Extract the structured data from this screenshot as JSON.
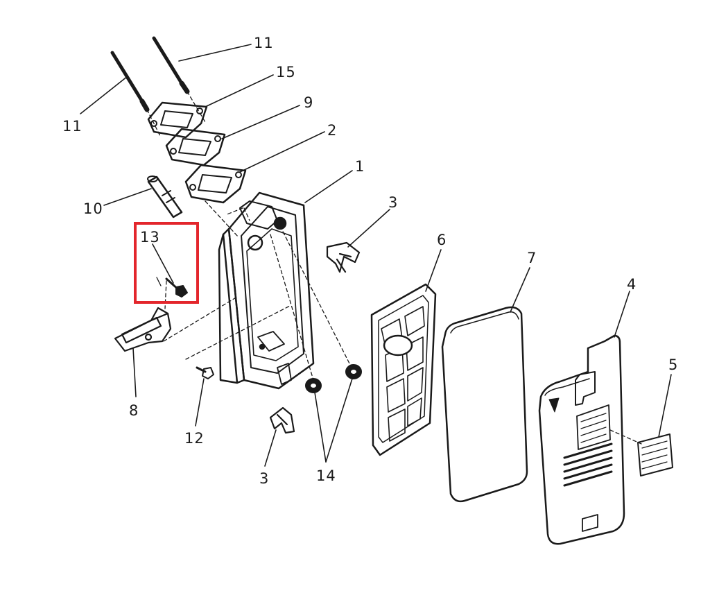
{
  "labels": {
    "l11a": "11",
    "l11b": "11",
    "l15": "15",
    "l9": "9",
    "l2": "2",
    "l1": "1",
    "l10": "10",
    "l13": "13",
    "l3a": "3",
    "l6": "6",
    "l7": "7",
    "l4": "4",
    "l5": "5",
    "l8": "8",
    "l12": "12",
    "l3b": "3",
    "l14": "14"
  },
  "highlight_color": "#e3262c",
  "line_color": "#1a1a1a"
}
